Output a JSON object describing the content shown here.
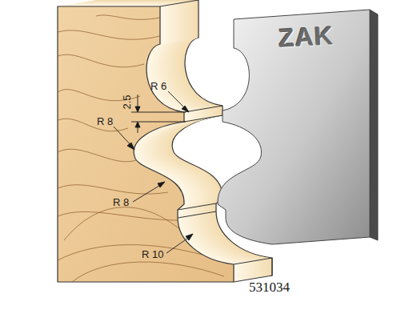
{
  "diagram": {
    "labels": [
      "R 6",
      "2.5",
      "R 8",
      "R 8",
      "R 10",
      "ZAK",
      "531034"
    ]
  }
}
